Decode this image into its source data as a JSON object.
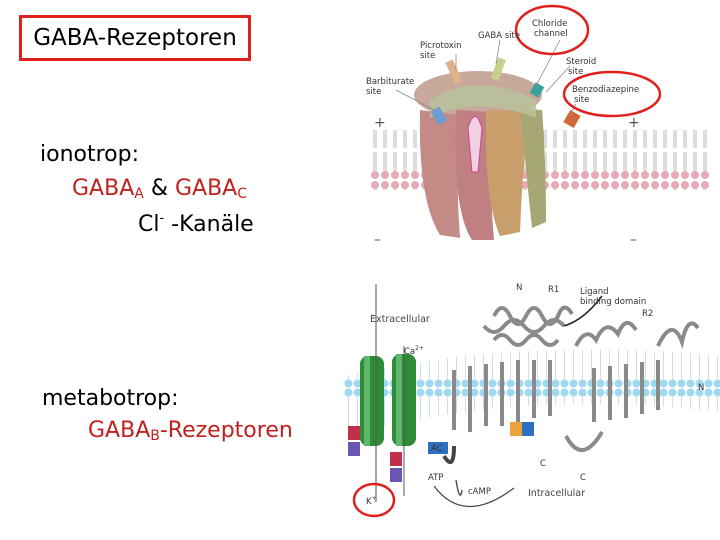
{
  "title": "GABA-Rezeptoren",
  "ionotrop": {
    "heading": "ionotrop:",
    "line_main_1": "GABA",
    "sub_1": "A",
    "connector": " & ",
    "line_main_2": "GABA",
    "sub_2": "C",
    "cl_main": "Cl",
    "cl_sup": "-",
    "cl_rest": " -Kanäle"
  },
  "metabotrop": {
    "heading": "metabotrop:",
    "main": "GABA",
    "sub": "B",
    "rest": "-Rezeptoren"
  },
  "figure_top": {
    "labels": {
      "picrotoxin": "Picrotoxin",
      "site1": "site",
      "gaba_site": "GABA site",
      "chloride": "Chloride",
      "channel": "channel",
      "steroid": "Steroid",
      "site2": "site",
      "barbiturate": "Barbiturate",
      "site3": "site",
      "benzo": "Benzodiazepine",
      "site4": "site",
      "plus": "+",
      "minus": "–"
    },
    "colors": {
      "highlight": "#e0201c"
    }
  },
  "figure_bottom": {
    "labels": {
      "extracellular": "Extracellular",
      "intracellular": "Intracellular",
      "ca": "Ca",
      "ca_sup": "2+",
      "k": "K",
      "k_sup": "+",
      "atp": "ATP",
      "camp": "cAMP",
      "ac": "AC",
      "n1": "N",
      "n2": "N",
      "r1": "R1",
      "r2": "R2",
      "ligand": "Ligand",
      "binding": "binding domain",
      "c1": "C",
      "c2": "C"
    }
  }
}
